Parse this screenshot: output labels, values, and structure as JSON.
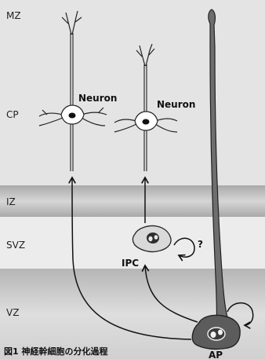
{
  "zones": {
    "mz": "MZ",
    "cp": "CP",
    "iz": "IZ",
    "svz": "SVZ",
    "vz": "VZ"
  },
  "cells": {
    "neuron_left": "Neuron",
    "neuron_right": "Neuron",
    "ipc": "IPC",
    "ap": "AP"
  },
  "question_mark": "?",
  "caption": "図1  神経幹細胞の分化過程"
}
